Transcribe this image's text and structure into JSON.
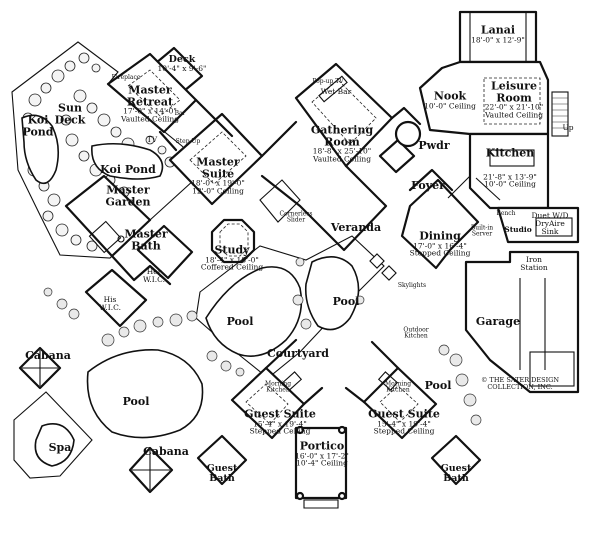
{
  "rooms": {
    "lanai": {
      "name": "Lanai",
      "dims": "18'-0\" x 12'-9\""
    },
    "nook": {
      "name": "Nook",
      "dims": "10'-0\" Ceiling"
    },
    "leisure": {
      "name": "Leisure",
      "name2": "Room",
      "dims": "22'-0\" x 21'-10\"",
      "ceiling": "Vaulted Ceiling"
    },
    "kitchen": {
      "name": "Kitchen",
      "dims": "21'-8\" x 13'-9\"",
      "ceiling": "10'-0\" Ceiling"
    },
    "deck": {
      "name": "Deck",
      "dims": "10'-4\" x 9'-6\""
    },
    "fireplace": "Fireplace",
    "master_retreat": {
      "name": "Master",
      "name2": "Retreat",
      "dims": "17'-0\" x 14'-0\"",
      "ceiling": "Vaulted Ceiling",
      "bar": "Bar"
    },
    "wet_bar": "Wet Bar",
    "popup_tv": "Pop-up TV",
    "gathering": {
      "name": "Gathering",
      "name2": "Room",
      "dims": "18'-8\" x 25'-10\"",
      "ceiling": "Vaulted Ceiling"
    },
    "sun_deck": {
      "name": "Sun",
      "name2": "Deck"
    },
    "koi_pond_left": {
      "name": "Koi",
      "name2": "Pond"
    },
    "koi_pond_mid": "Koi Pond",
    "master_suite": {
      "name": "Master",
      "name2": "Suite",
      "dims": "18'-0\" x 19'-0\"",
      "ceiling": "12'-0\" Ceiling"
    },
    "pwdr": "Pwdr",
    "foyer": "Foyer",
    "master_garden": {
      "name": "Master",
      "name2": "Garden"
    },
    "tv": "TV",
    "step_up": "Step Up",
    "dining": {
      "name": "Dining",
      "dims": "17'-0\" x 16'-4\"",
      "ceiling": "Stepped Ceiling"
    },
    "built_in_server": {
      "name": "Built-in",
      "name2": "Server"
    },
    "study": {
      "name": "Study",
      "dims": "18'-4\" x 18'-0\"",
      "ceiling": "Coffered Ceiling"
    },
    "master_bath": {
      "name": "Master",
      "name2": "Bath"
    },
    "veranda": "Veranda",
    "cornerless_slider": {
      "name": "Cornerless",
      "name2": "Slider"
    },
    "her_wic": {
      "name": "Her",
      "name2": "W.I.C."
    },
    "his_wic": {
      "name": "His",
      "name2": "W.I.C."
    },
    "studio": "Studio",
    "duet": {
      "name": "Duet W/D",
      "name2": "DryAire",
      "name3": "Sink"
    },
    "bench": "Bench",
    "iron_station": {
      "name": "Iron",
      "name2": "Station"
    },
    "skylights": "Skylights",
    "garage": "Garage",
    "outdoor_kitchen": {
      "name": "Outdoor",
      "name2": "Kitchen"
    },
    "cabana_left": "Cabana",
    "cabana_bottom": "Cabana",
    "pool_center": "Pool",
    "pool_left": "Pool",
    "pool_right_top": "Pool",
    "pool_right": "Pool",
    "courtyard": "Courtyard",
    "spa": "Spa",
    "morning_kitchen_left": {
      "name": "Morning",
      "name2": "Kitchen"
    },
    "morning_kitchen_right": {
      "name": "Morning",
      "name2": "Kitchen"
    },
    "guest_suite_left": {
      "name": "Guest Suite",
      "dims": "15'-4\" x 19'-4\"",
      "ceiling": "Stepped Ceiling"
    },
    "guest_suite_right": {
      "name": "Guest Suite",
      "dims": "15'-4\" x 19'-4\"",
      "ceiling": "Stepped Ceiling"
    },
    "portico": {
      "name": "Portico",
      "dims": "16'-0\" x 17'-2\"",
      "ceiling": "10'-4\" Ceiling"
    },
    "guest_bath_left": {
      "name": "Guest",
      "name2": "Bath"
    },
    "guest_bath_right": {
      "name": "Guest",
      "name2": "Bath"
    },
    "up": "Up"
  },
  "copyright": {
    "line1": "© THE SATER DESIGN",
    "line2": "COLLECTION, INC."
  }
}
